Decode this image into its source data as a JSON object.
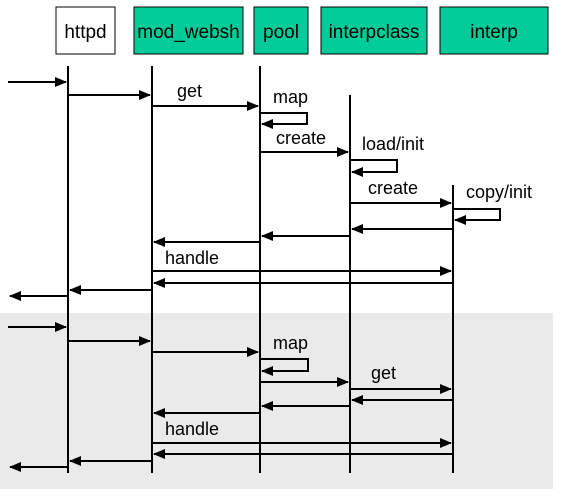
{
  "participants": [
    {
      "label": "httpd",
      "fill": "#ffffff"
    },
    {
      "label": "mod_websh",
      "fill": "#00cc99"
    },
    {
      "label": "pool",
      "fill": "#00cc99"
    },
    {
      "label": "interpclass",
      "fill": "#00cc99"
    },
    {
      "label": "interp",
      "fill": "#00cc99"
    }
  ],
  "messages": {
    "get_1": "get",
    "map_1": "map",
    "create_1": "create",
    "load_init": "load/init",
    "create_2": "create",
    "copy_init": "copy/init",
    "handle_1": "handle",
    "map_2": "map",
    "get_2": "get",
    "handle_2": "handle"
  },
  "colors": {
    "accent": "#00cc99",
    "second_pass_band": "#eaeaea",
    "line": "#000000"
  }
}
